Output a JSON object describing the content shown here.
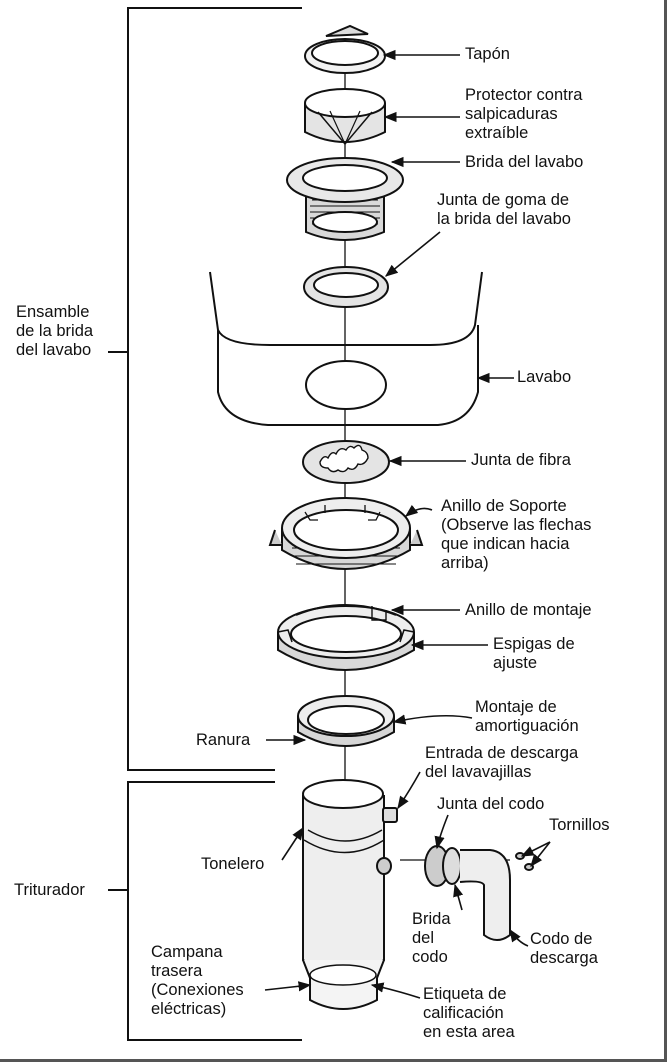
{
  "groups": {
    "flange_assembly": "Ensamble\nde la brida\ndel lavabo",
    "disposer": "Triturador"
  },
  "parts": {
    "stopper": "Tapón",
    "splash_guard": "Protector contra\nsalpicaduras\nextraíble",
    "sink_flange": "Brida del lavabo",
    "flange_gasket": "Junta de goma de\nla brida del lavabo",
    "sink": "Lavabo",
    "fiber_gasket": "Junta de fibra",
    "support_ring": "Anillo de Soporte\n(Observe las flechas\nque indican hacia\narriba)",
    "mounting_ring": "Anillo de montaje",
    "adjustment_tabs": "Espigas de\najuste",
    "cushion_mount": "Montaje de\namortiguación",
    "groove": "Ranura",
    "dishwasher_inlet": "Entrada de descarga\ndel lavavajillas",
    "elbow_gasket": "Junta del codo",
    "screws": "Tornillos",
    "hopper": "Tonelero",
    "elbow_flange": "Brida\ndel\ncodo",
    "discharge_elbow": "Codo de\ndescarga",
    "rear_cover": "Campana\ntrasera\n(Conexiones\neléctricas)",
    "rating_label": "Etiqueta de\ncalificación\nen esta area"
  }
}
